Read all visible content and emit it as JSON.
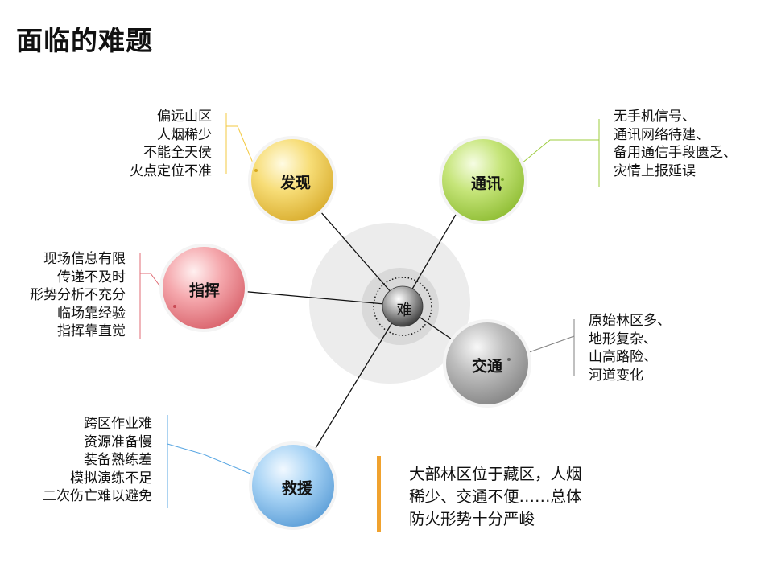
{
  "title": "面临的难题",
  "hub": {
    "label": "难"
  },
  "nodes": [
    {
      "id": "faxian",
      "label": "发现",
      "color": "#f3d25c",
      "items": [
        "偏远山区",
        "人烟稀少",
        "不能全天侯",
        "火点定位不准"
      ]
    },
    {
      "id": "tongxun",
      "label": "通讯",
      "color": "#b6dc5a",
      "items": [
        "无手机信号、",
        "通讯网络待建、",
        "备用通信手段匮乏、",
        "灾情上报延误"
      ]
    },
    {
      "id": "zhihui",
      "label": "指挥",
      "color": "#ef8f95",
      "items": [
        "现场信息有限",
        "传递不及时",
        "形势分析不充分",
        "临场靠经验",
        "指挥靠直觉"
      ]
    },
    {
      "id": "jiaotong",
      "label": "交通",
      "color": "#a9a9a9",
      "items": [
        "原始林区多、",
        "地形复杂、",
        "山高路险、",
        "河道变化"
      ]
    },
    {
      "id": "jiuyuan",
      "label": "救援",
      "color": "#8cc3ef",
      "items": [
        "跨区作业难",
        "资源准备慢",
        "装备熟练差",
        "模拟演练不足",
        "二次伤亡难以避免"
      ]
    }
  ],
  "summary": {
    "lines": [
      "大部林区位于藏区，人烟",
      "稀少、交通不便……总体",
      "防火形势十分严峻"
    ],
    "accent": "#f0a22e"
  }
}
